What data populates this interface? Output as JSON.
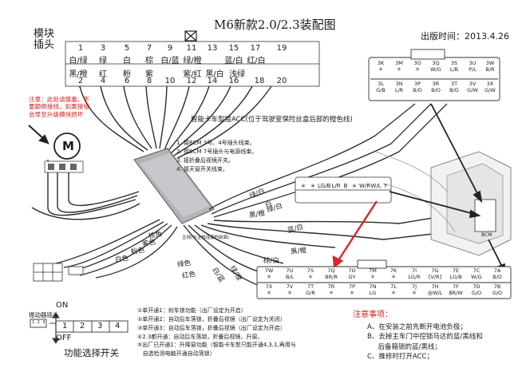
{
  "title": "M6新款2.0/2.3装配图",
  "publish_date": "出版时间：2013.4.26",
  "module_label": "模块插头",
  "module_top_numbers": [
    "1",
    "3",
    "5",
    "7",
    "9",
    "11",
    "13",
    "15",
    "17",
    "19"
  ],
  "module_top_colors": [
    "白/绿",
    "绿",
    "白",
    "棕",
    "白/蓝",
    "绿/橙",
    "蓝/白",
    "红/白"
  ],
  "module_bottom_colors": [
    "黑/橙",
    "红",
    "粉",
    "紫",
    "紫/红",
    "黑/白",
    "浅绿"
  ],
  "module_bottom_numbers": [
    "2",
    "4",
    "6",
    "8",
    "10",
    "12",
    "14",
    "16",
    "18",
    "20"
  ],
  "warning_note": "注意：此处请慎重，不\n要颠倒接线，如果接错\n会导至升级模块损坏",
  "motor_label": "M",
  "acc_title": "智能卡车型接ACC(位于驾驶室保险丝盒后部的橙色线)",
  "wiring_notes": "1. 接BCM 3号、4号插头线束。\n2. 接BCM 7号插头与电源线束。\n3. 接折叠后视镜开关。\n4. 接天窗开关线束。",
  "wire_labels": {
    "green_white": "绿/白",
    "white": "白",
    "black_orange_mid": "黑/橙",
    "brown": "棕色",
    "purple": "紫色",
    "pink": "粉色",
    "white2": "白色",
    "green": "绿色",
    "red": "红色",
    "white_blue": "白/蓝",
    "green_orange": "绿/橙",
    "brown_white": "棕/白",
    "black_orange": "黑/橙",
    "blue_white": "蓝/白",
    "green2": "绿/白"
  },
  "top_connector": {
    "row1": [
      "3K\n＊",
      "3M\n＊",
      "3O\n＊",
      "3Q\nW/G",
      "3S\nL/B",
      "3U\nP/L",
      "3W\nB/R"
    ],
    "row2": [
      "3L\nG/B",
      "3N\nL/R",
      "3P\nB/O",
      "3R\nB/O",
      "3T\nB/G",
      "3V\nG/W",
      "3X\nG/W"
    ]
  },
  "mid_connector_pins": [
    "＊",
    "＊",
    "LG/B",
    "L/R",
    "B",
    "＊",
    "W/R",
    "W/L",
    "Y"
  ],
  "bottom_connector": {
    "row1": [
      "7W\n＊",
      "7U\nB/L",
      "7S\n＊",
      "7Q\nBR/R",
      "7O\nGY",
      "7M\n＊",
      "7K\n＊",
      "7I\nLG/R",
      "7G\n[V/R]",
      "7E\nLG/B",
      "7C\nW/G",
      "7A\nB/O"
    ],
    "row2": [
      "7X\n＊",
      "7V\n＊",
      "7T\nG/R",
      "7R\n＊",
      "7P\n＊",
      "7N\nLG",
      "7L\n＊",
      "7J\n＊",
      "7H\n@W/L",
      "7F\nBR/W",
      "7D\nG/O",
      "7B\nG/O"
    ]
  },
  "small_connector_label": "主线(与主线连接的前面)",
  "bcm_label": "BCM",
  "dip_title": "振动器插头",
  "dip_on": "ON",
  "dip_off": "OFF",
  "dip_numbers": [
    "1",
    "2",
    "3",
    "4"
  ],
  "dip_plug": "1 2 3",
  "function_switch_title": "功能选择开关",
  "function_list": "①单开通1：刹车锁功能（出厂设定为开启）\n②单开通2：自动后车落锁，折叠后视镜（出厂设定为关闭）\n③单开通3：自动后车落锁，折叠后视镜（出厂设定为开启）\n④2.3都开通：自动后车落锁，折叠后视镜，升窗。\n⑤出厂已开通1：升降窗功能（智能卡车型只能开通4,3,1,再用与\n   自选检测电脑开通自动落锁）",
  "notes_title": "注意事项：",
  "notes_items": "A、在安装之前先断开电池负极；\nB、去掉主车门中控锁马达的蓝/黑线和\n     后备箱锁的蓝/黑线；\nC、推修时打开ACC；",
  "colors": {
    "arrow_red": "#d9262c",
    "wire_dark": "#2b2b2b",
    "module_box": "#a8a8ad"
  }
}
